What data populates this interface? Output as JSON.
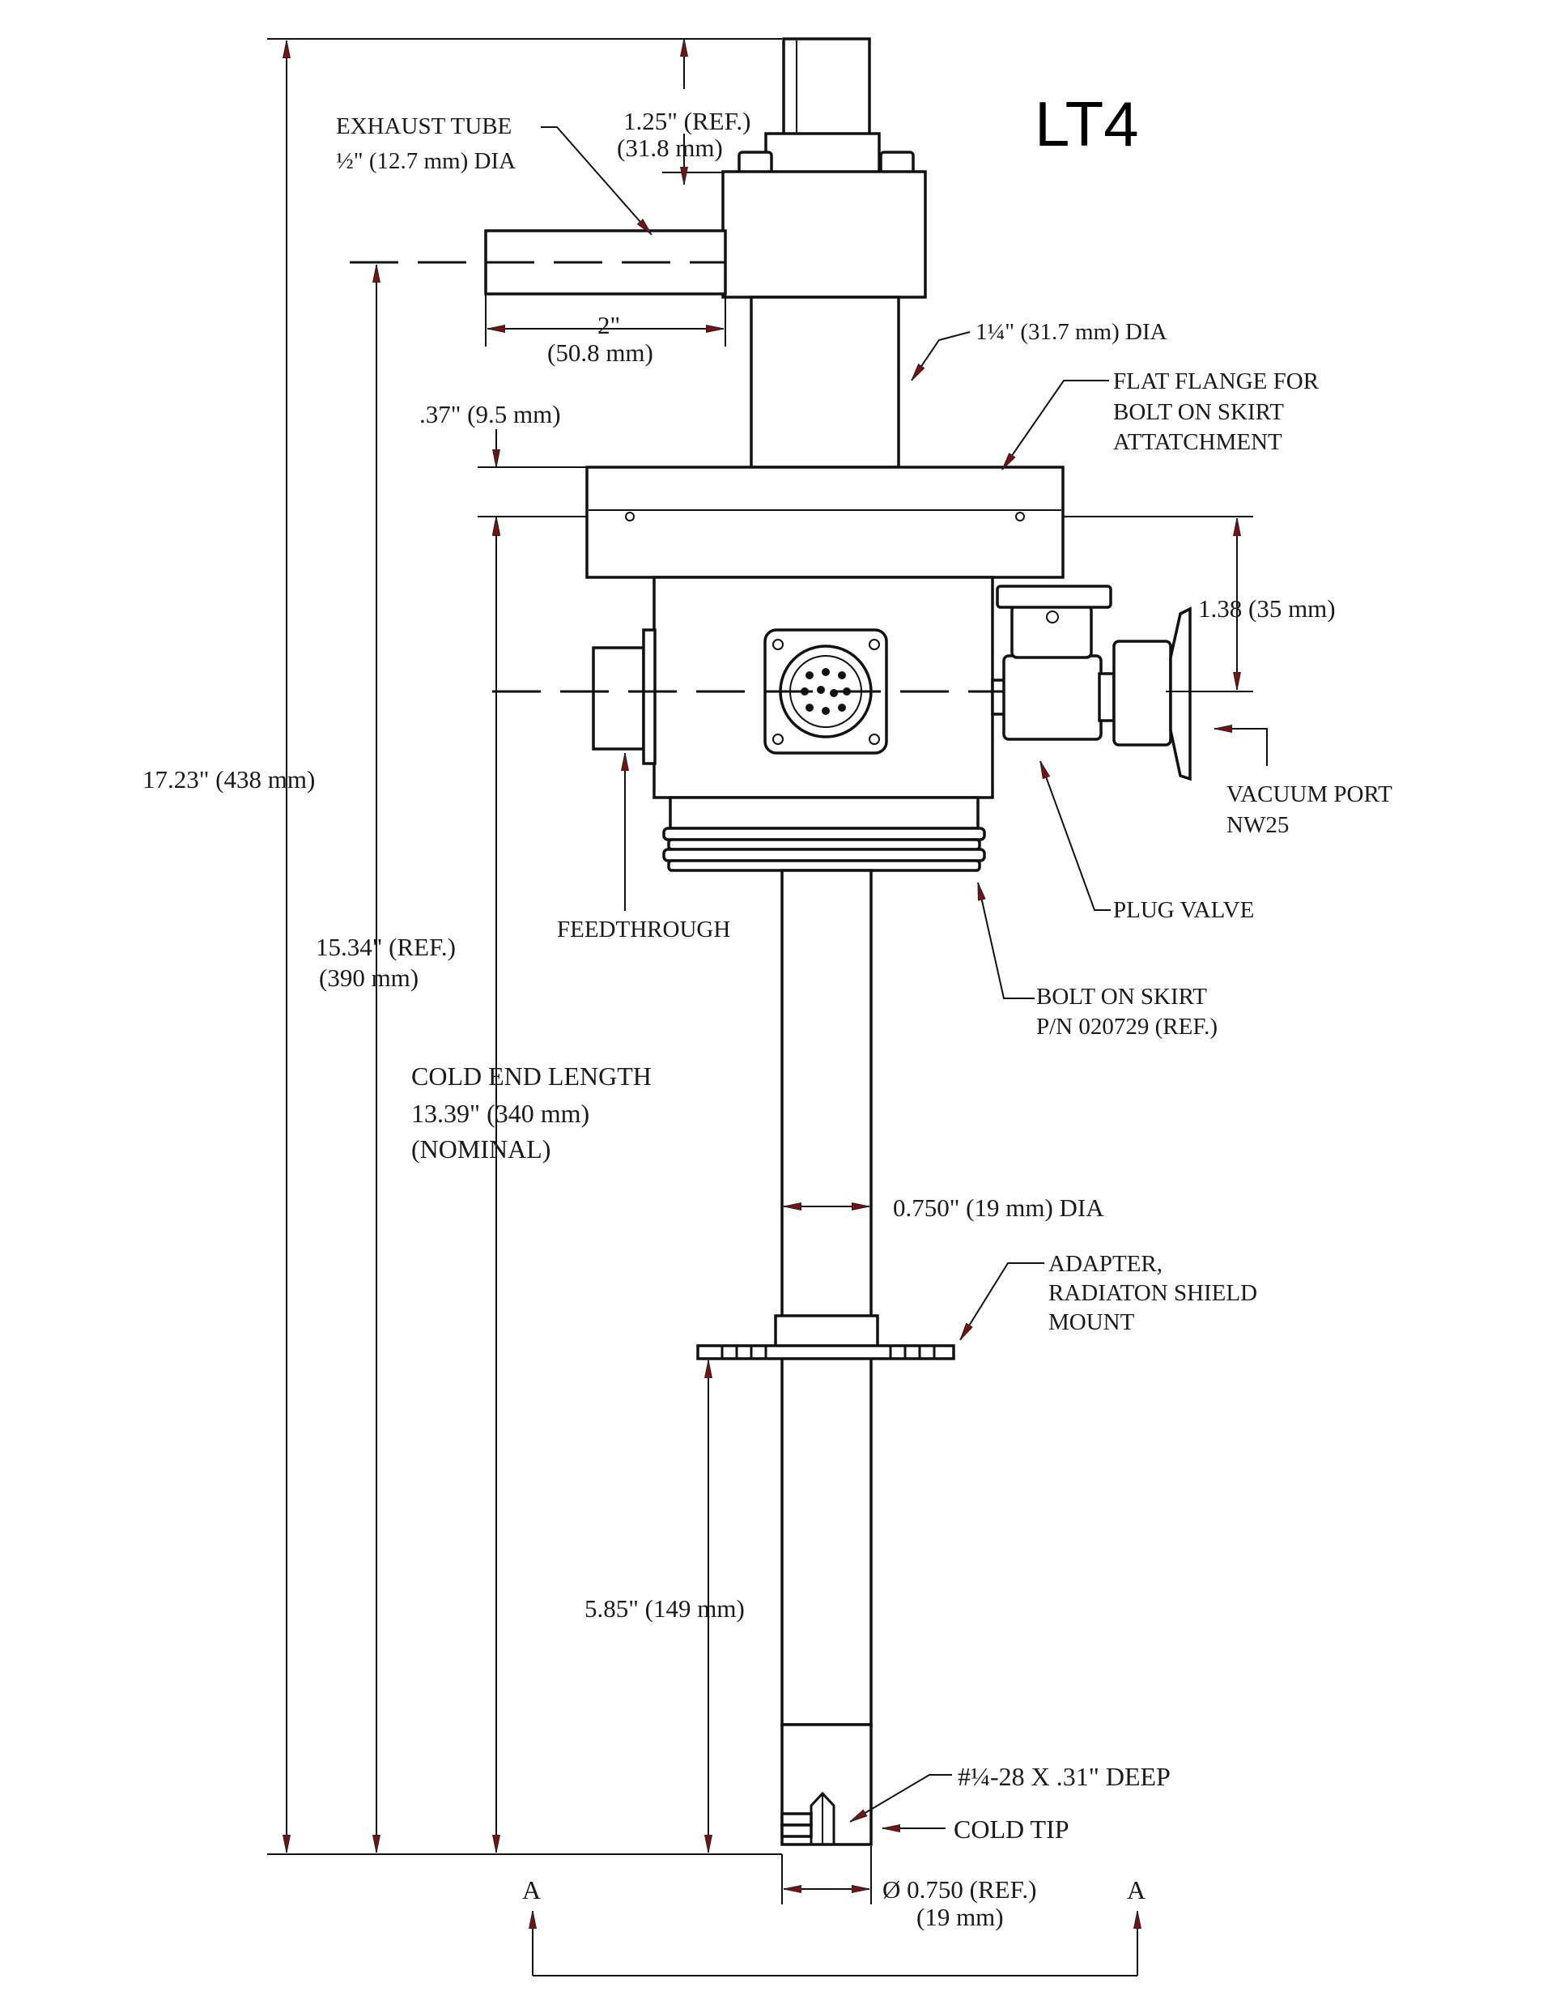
{
  "title": "LT4",
  "colors": {
    "line": "#111111",
    "arrowhead": "#7a1010",
    "background": "#ffffff"
  },
  "labels": {
    "exhaust_tube_1": "EXHAUST TUBE",
    "exhaust_tube_2": "½\" (12.7 mm) DIA",
    "ref_125_1": "1.25\" (REF.)",
    "ref_125_2": "(31.8 mm)",
    "two_in_1": "2\"",
    "two_in_2": "(50.8 mm)",
    "dia_114": "1¼\" (31.7 mm) DIA",
    "flange_1": "FLAT FLANGE FOR",
    "flange_2": "BOLT ON SKIRT",
    "flange_3": "ATTATCHMENT",
    "dim_037": ".37\" (9.5 mm)",
    "dim_138": "1.38 (35 mm)",
    "vacuum_1": "VACUUM PORT",
    "vacuum_2": "NW25",
    "overall": "17.23\" (438 mm)",
    "ref_1534_1": "15.34\" (REF.)",
    "ref_1534_2": "(390 mm)",
    "feedthrough": "FEEDTHROUGH",
    "plug_valve": "PLUG VALVE",
    "skirt_1": "BOLT ON SKIRT",
    "skirt_2": "P/N 020729 (REF.)",
    "cold_end_1": "COLD END LENGTH",
    "cold_end_2": "13.39\" (340 mm)",
    "cold_end_3": "(NOMINAL)",
    "dia_0750": "0.750\" (19 mm) DIA",
    "adapter_1": "ADAPTER,",
    "adapter_2": "RADIATON SHIELD",
    "adapter_3": "MOUNT",
    "dim_585": "5.85\" (149 mm)",
    "thread": "#¼-28 X .31\" DEEP",
    "cold_tip": "COLD TIP",
    "ref_0750_1": "Ø 0.750 (REF.)",
    "ref_0750_2": "(19 mm)",
    "section_left": "A",
    "section_right": "A"
  }
}
